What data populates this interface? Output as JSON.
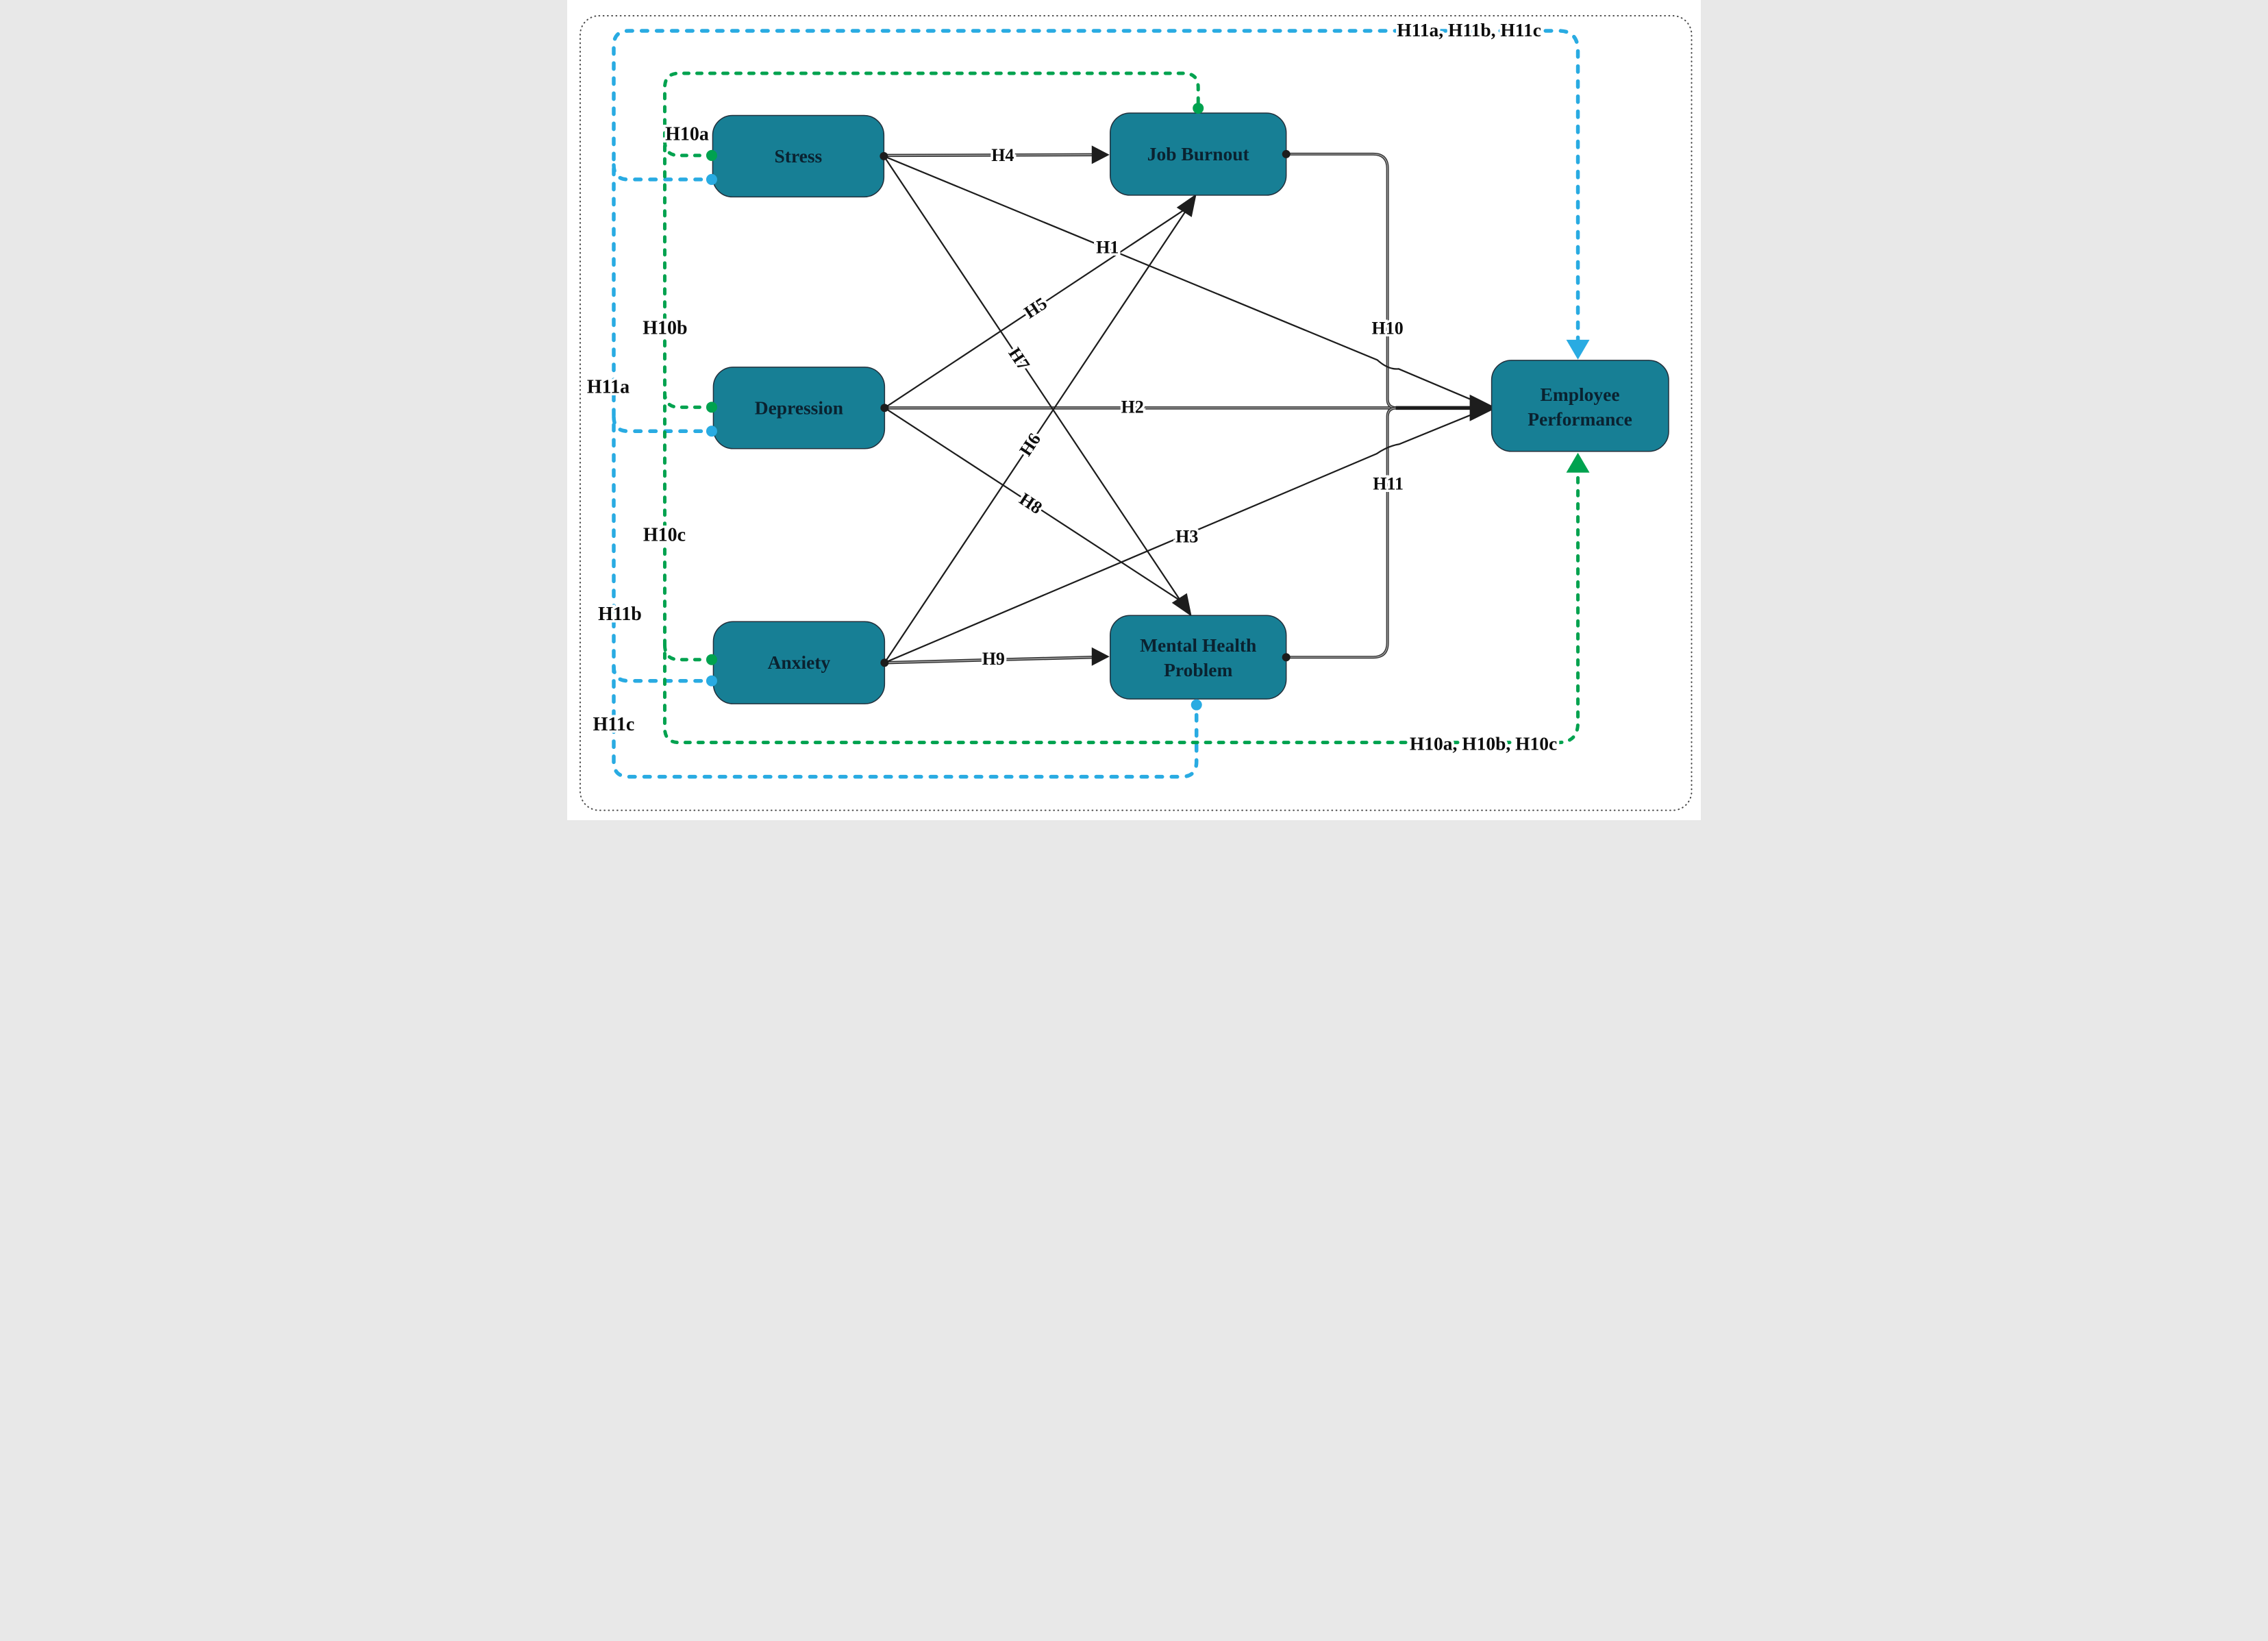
{
  "figure": {
    "type": "hypothesis-path-model",
    "nodes": {
      "stress": {
        "label": "Stress"
      },
      "depression": {
        "label": "Depression"
      },
      "anxiety": {
        "label": "Anxiety"
      },
      "job_burnout": {
        "label": "Job Burnout"
      },
      "mental_health_problem": {
        "line1": "Mental Health",
        "line2": "Problem"
      },
      "employee_performance": {
        "line1": "Employee",
        "line2": "Performance"
      }
    },
    "hypotheses": {
      "h1": {
        "label": "H1",
        "from": "Stress",
        "to": "Employee Performance"
      },
      "h2": {
        "label": "H2",
        "from": "Depression",
        "to": "Employee Performance"
      },
      "h3": {
        "label": "H3",
        "from": "Anxiety",
        "to": "Employee Performance"
      },
      "h4": {
        "label": "H4",
        "from": "Stress",
        "to": "Job Burnout"
      },
      "h5": {
        "label": "H5",
        "from": "Depression",
        "to": "Job Burnout"
      },
      "h6": {
        "label": "H6",
        "from": "Anxiety",
        "to": "Job Burnout"
      },
      "h7": {
        "label": "H7",
        "from": "Stress",
        "to": "Mental Health Problem"
      },
      "h8": {
        "label": "H8",
        "from": "Depression",
        "to": "Mental Health Problem"
      },
      "h9": {
        "label": "H9",
        "from": "Anxiety",
        "to": "Mental Health Problem"
      },
      "h10": {
        "label": "H10",
        "from": "Job Burnout",
        "to": "Employee Performance"
      },
      "h11": {
        "label": "H11",
        "from": "Mental Health Problem",
        "to": "Employee Performance"
      }
    },
    "mediation": {
      "h10a": "H10a",
      "h10b": "H10b",
      "h10c": "H10c",
      "h11a": "H11a",
      "h11b": "H11b",
      "h11c": "H11c",
      "group_top": "H11a, H11b, H11c",
      "group_bottom": "H10a, H10b, H10c"
    },
    "colors": {
      "node_fill": "#177F95",
      "node_border": "#22303C",
      "node_text": "#0A2230",
      "solid_line": "#1D1D1D",
      "track_line": "#2E2E2E",
      "track_core": "#9A9A9A",
      "green_dash": "#00A24F",
      "blue_dash": "#29ABE2",
      "label_text": "#0D0D0D",
      "border_dots": "#4A4A4A",
      "background": "#FFFFFF"
    }
  }
}
